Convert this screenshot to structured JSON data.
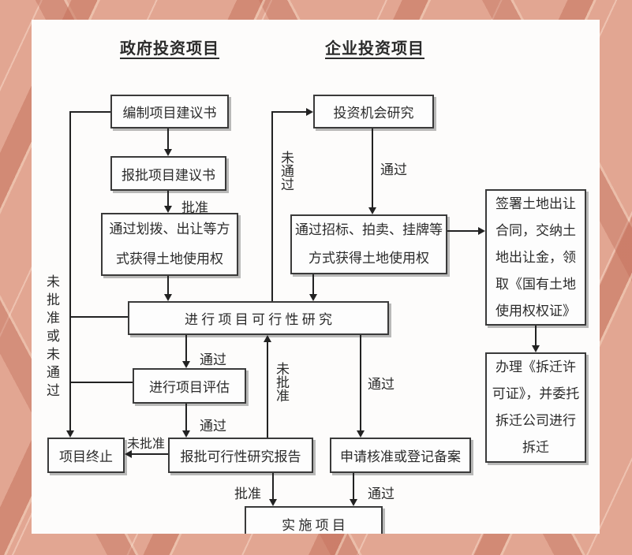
{
  "titles": {
    "government": "政府投资项目",
    "enterprise": "企业投资项目"
  },
  "nodes": {
    "prepare_proposal": "编制项目建议书",
    "submit_proposal": "报批项目建议书",
    "land_allocation": [
      "通过划拨、出让等方",
      "式获得土地使用权"
    ],
    "feasibility_study": "进 行 项 目 可 行 性 研 究",
    "project_evaluation": "进行项目评估",
    "submit_feasibility_report": "报批可行性研究报告",
    "project_termination": "项目终止",
    "implement_project": "实 施 项 目",
    "investment_opportunity": "投资机会研究",
    "land_bidding": [
      "通过招标、拍卖、挂牌等",
      "方式获得土地使用权"
    ],
    "apply_approval": "申请核准或登记备案",
    "sign_land_contract": [
      "签署土地出让",
      "合同，交纳土",
      "地出让金，领",
      "取《国有土地",
      "使用权权证》"
    ],
    "demolition_permit": [
      "办理《拆迁许",
      "可证》，并委托",
      "拆迁公司进行",
      "拆迁"
    ]
  },
  "labels": {
    "approve_proposal": "批准",
    "pass_invest": "通过",
    "pass_to_evaluation": "通过",
    "pass_to_report": "通过",
    "not_approved_terminate": "未批准",
    "approve_implement": "批准",
    "pass_to_apply": "通过",
    "pass_implement": "通过",
    "not_approved_feedback": "未批准",
    "not_pass_feedback": "未通过",
    "not_approved_or_not_pass": "未批准或未通过"
  },
  "colors": {
    "bg": "#e2a692",
    "stripe_dark": "#c97f6b",
    "stripe_light": "#f3cdb6",
    "canvas": "#fdfcfb",
    "line": "#222222",
    "text": "#2b2b2b",
    "shadow": "#9a9a9a"
  }
}
